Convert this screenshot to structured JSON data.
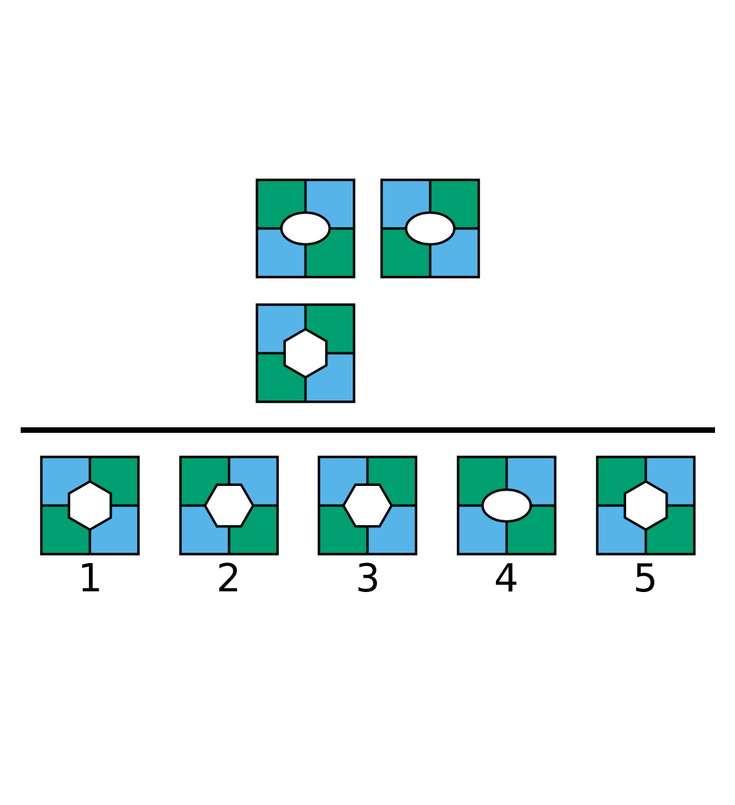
{
  "colors": {
    "green": "#00A070",
    "blue": "#56B4E9",
    "outline": "#000000",
    "hole": "#ffffff"
  },
  "matrix": [
    {
      "quadrants": [
        "green",
        "blue",
        "blue",
        "green"
      ],
      "shape": "ellipse"
    },
    {
      "quadrants": [
        "blue",
        "green",
        "green",
        "blue"
      ],
      "shape": "ellipse"
    },
    {
      "quadrants": [
        "blue",
        "green",
        "green",
        "blue"
      ],
      "shape": "hexagon-vertical"
    },
    null
  ],
  "options": [
    {
      "label": "1",
      "quadrants": [
        "blue",
        "green",
        "green",
        "blue"
      ],
      "shape": "hexagon-vertical"
    },
    {
      "label": "2",
      "quadrants": [
        "green",
        "blue",
        "blue",
        "green"
      ],
      "shape": "hexagon-horizontal"
    },
    {
      "label": "3",
      "quadrants": [
        "blue",
        "green",
        "green",
        "blue"
      ],
      "shape": "hexagon-horizontal"
    },
    {
      "label": "4",
      "quadrants": [
        "green",
        "blue",
        "blue",
        "green"
      ],
      "shape": "ellipse"
    },
    {
      "label": "5",
      "quadrants": [
        "green",
        "blue",
        "blue",
        "green"
      ],
      "shape": "hexagon-vertical"
    }
  ]
}
